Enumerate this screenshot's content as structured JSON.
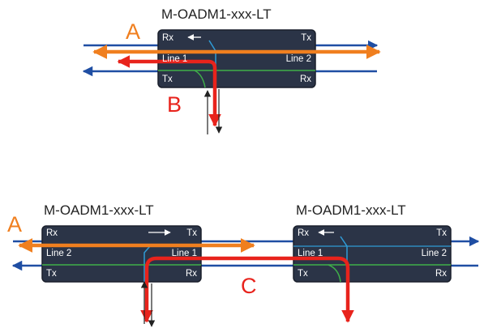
{
  "colors": {
    "box_fill": "#2b3447",
    "box_border": "#1a1f2b",
    "blue": "#1f4ea3",
    "orange": "#f07f1f",
    "red": "#e8231c",
    "green": "#3fae49",
    "light_blue": "#2f9bd6",
    "black": "#222222"
  },
  "top": {
    "title": "M-OADM1-xxx-LT",
    "rx": "Rx",
    "tx_right": "Tx",
    "line_left": "Line 1",
    "line_right": "Line 2",
    "tx_left": "Tx",
    "rx_right": "Rx",
    "label_a": "A",
    "label_b": "B"
  },
  "bottom_left": {
    "title": "M-OADM1-xxx-LT",
    "rx": "Rx",
    "tx_right": "Tx",
    "line_left": "Line 2",
    "line_right": "Line 1",
    "tx_left": "Tx",
    "rx_right": "Rx",
    "label_a": "A"
  },
  "bottom_right": {
    "title": "M-OADM1-xxx-LT",
    "rx": "Rx",
    "tx_right": "Tx",
    "line_left": "Line 1",
    "line_right": "Line 2",
    "tx_left": "Tx",
    "rx_right": "Rx"
  },
  "label_c": "C"
}
